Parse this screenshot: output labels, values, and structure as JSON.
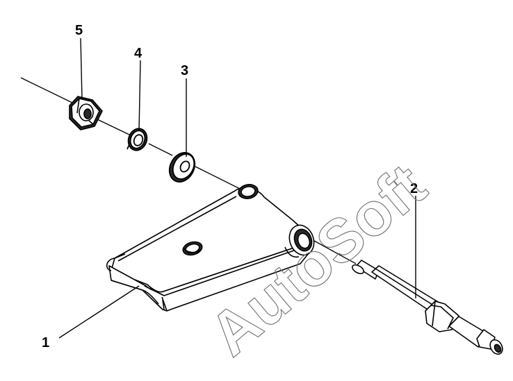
{
  "callouts": {
    "part1": "1",
    "part2": "2",
    "part3": "3",
    "part4": "4",
    "part5": "5"
  },
  "watermark": {
    "text": "AutoSoft"
  },
  "colors": {
    "line": "#000000",
    "part_fill": "#ffffff",
    "shadow": "#2a2a2a",
    "watermark": "#7a7a7a"
  },
  "icons": {
    "part1": "lever-arm-icon",
    "part2": "pivot-pin-icon",
    "part3": "flat-washer-icon",
    "part4": "spring-washer-icon",
    "part5": "hex-nut-icon"
  }
}
